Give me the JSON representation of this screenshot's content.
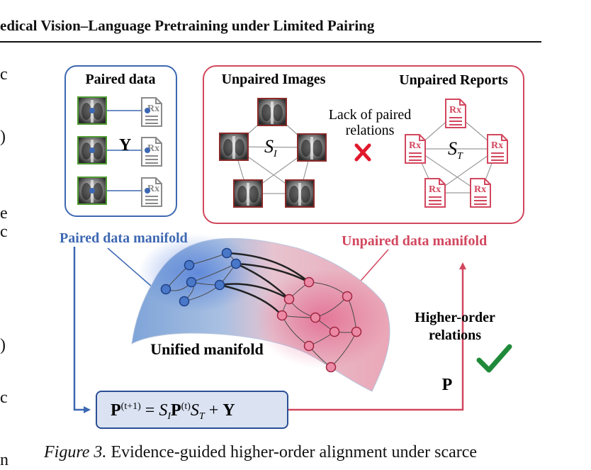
{
  "running_head": "edical Vision–Language Pretraining under Limited Pairing",
  "margin_glyphs": [
    "c",
    ")",
    "e",
    "c",
    ")",
    "c",
    "n"
  ],
  "figure": {
    "paired_title": "Paired data",
    "y_label": "Y",
    "unpaired_images_title": "Unpaired Images",
    "unpaired_reports_title": "Unpaired Reports",
    "s_i": "S",
    "s_i_sub": "I",
    "s_t": "S",
    "s_t_sub": "T",
    "lack_line1": "Lack of paired",
    "lack_line2": "relations",
    "paired_manifold_label": "Paired data manifold",
    "unpaired_manifold_label": "Unpaired data manifold",
    "unified_label": "Unified manifold",
    "higher_order_line1": "Higher-order",
    "higher_order_line2": "relations",
    "p_label": "P",
    "eq": {
      "p1": "P",
      "sup1": "(t+1)",
      "eqs": " = ",
      "s1": "S",
      "sub1": "I",
      "p2": "P",
      "sup2": "(t)",
      "s2": "S",
      "sub2": "T",
      "plus": " + ",
      "y": "Y"
    },
    "rx_text": "Rx",
    "colors": {
      "blue": "#3d68b2",
      "red": "#d2475e",
      "green": "#1f8a3a"
    }
  },
  "caption": {
    "label": "Figure 3.",
    "text": " Evidence-guided higher-order alignment under scarce"
  }
}
